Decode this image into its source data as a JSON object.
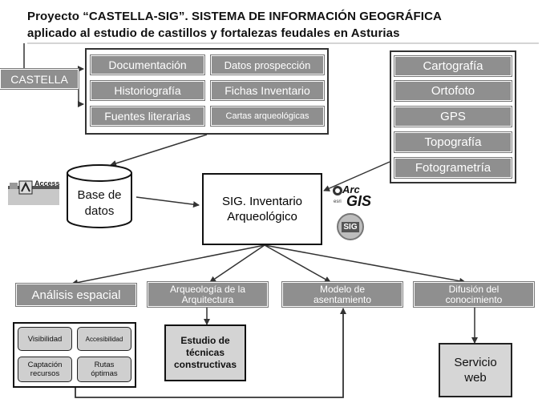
{
  "header": {
    "title_line1": "Proyecto “CASTELLA-SIG”. SISTEMA DE INFORMACIÓN GEOGRÁFICA",
    "title_line2": "aplicado al estudio de castillos y fortalezas feudales en Asturias"
  },
  "castella": "CASTELLA",
  "sources": {
    "left": [
      "Documentación",
      "Historiografía",
      "Fuentes literarias"
    ],
    "right": [
      "Datos prospección",
      "Fichas Inventario",
      "Cartas arqueológicas"
    ]
  },
  "tech": [
    "Cartografía",
    "Ortofoto",
    "GPS",
    "Topografía",
    "Fotogrametría"
  ],
  "database": {
    "line1": "Base de",
    "line2": "datos"
  },
  "access_logo": "Access",
  "sig": {
    "line1": "SIG. Inventario",
    "line2": "Arqueológico"
  },
  "arcgis_logo": {
    "arc": "Arc",
    "esri": "esri",
    "gis": "GIS"
  },
  "sig_logo": "SIG",
  "outputs": {
    "analisis": "Análisis espacial",
    "arqueologia": {
      "line1": "Arqueología de la",
      "line2": "Arquitectura"
    },
    "modelo": {
      "line1": "Modelo de",
      "line2": "asentamiento"
    },
    "difusion": {
      "line1": "Difusión del",
      "line2": "conocimiento"
    }
  },
  "analysis_items": {
    "visibilidad": "Visibilidad",
    "accesibilidad": "Accesibilidad",
    "captacion": {
      "line1": "Captación",
      "line2": "recursos"
    },
    "rutas": {
      "line1": "Rutas",
      "line2": "óptimas"
    }
  },
  "estudio": {
    "line1": "Estudio de",
    "line2": "técnicas",
    "line3": "constructivas"
  },
  "servicio": {
    "line1": "Servicio",
    "line2": "web"
  }
}
